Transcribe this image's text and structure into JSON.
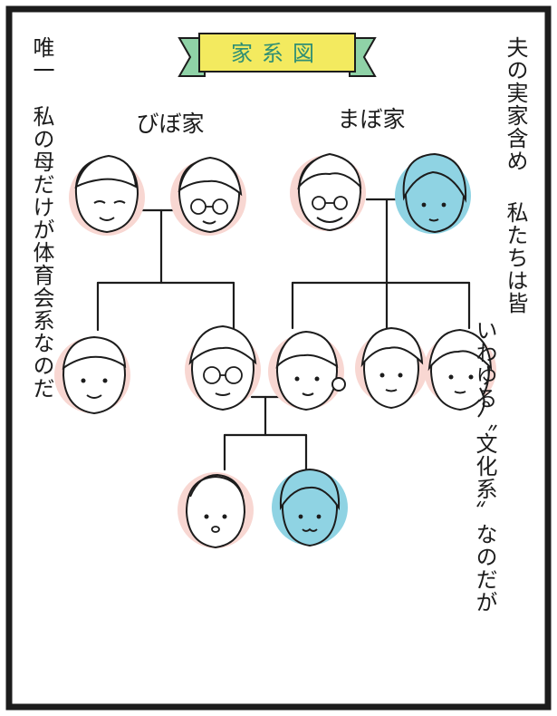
{
  "title": "家系図",
  "families": {
    "left_label": "びぼ家",
    "right_label": "まぼ家"
  },
  "narration": {
    "right_col1": "夫の実家含め",
    "right_col1b": "私たちは皆",
    "right_col2": "いわゆる〝文化系〟なのだが",
    "left_col1": "唯一",
    "left_col2": "私の母だけが体育会系なのだ"
  },
  "colors": {
    "pink": "#f8d7d2",
    "blue": "#8fd3e3",
    "banner": "#f3ea5f",
    "ribbon_ends": "#8fd2a7",
    "ink": "#1c1c1c"
  }
}
